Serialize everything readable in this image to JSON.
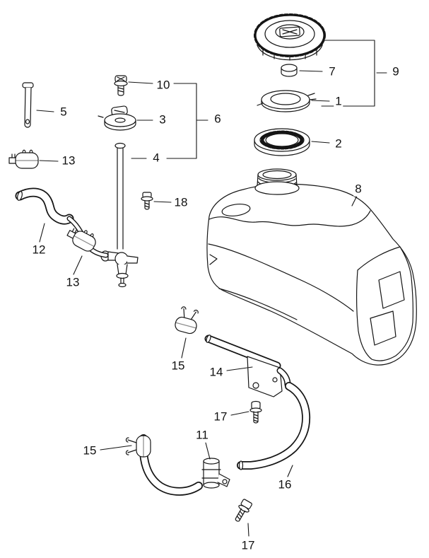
{
  "diagram": {
    "type": "exploded-parts-diagram",
    "subject": "fuel-tank-assembly",
    "line_color": "#151515",
    "background": "#ffffff",
    "callouts": [
      {
        "ref": "5"
      },
      {
        "ref": "10"
      },
      {
        "ref": "3"
      },
      {
        "ref": "6"
      },
      {
        "ref": "4"
      },
      {
        "ref": "13"
      },
      {
        "ref": "18"
      },
      {
        "ref": "12"
      },
      {
        "ref": "13"
      },
      {
        "ref": "7"
      },
      {
        "ref": "9"
      },
      {
        "ref": "1"
      },
      {
        "ref": "2"
      },
      {
        "ref": "8"
      },
      {
        "ref": "15"
      },
      {
        "ref": "14"
      },
      {
        "ref": "17"
      },
      {
        "ref": "16"
      },
      {
        "ref": "15"
      },
      {
        "ref": "11"
      },
      {
        "ref": "17"
      }
    ]
  }
}
